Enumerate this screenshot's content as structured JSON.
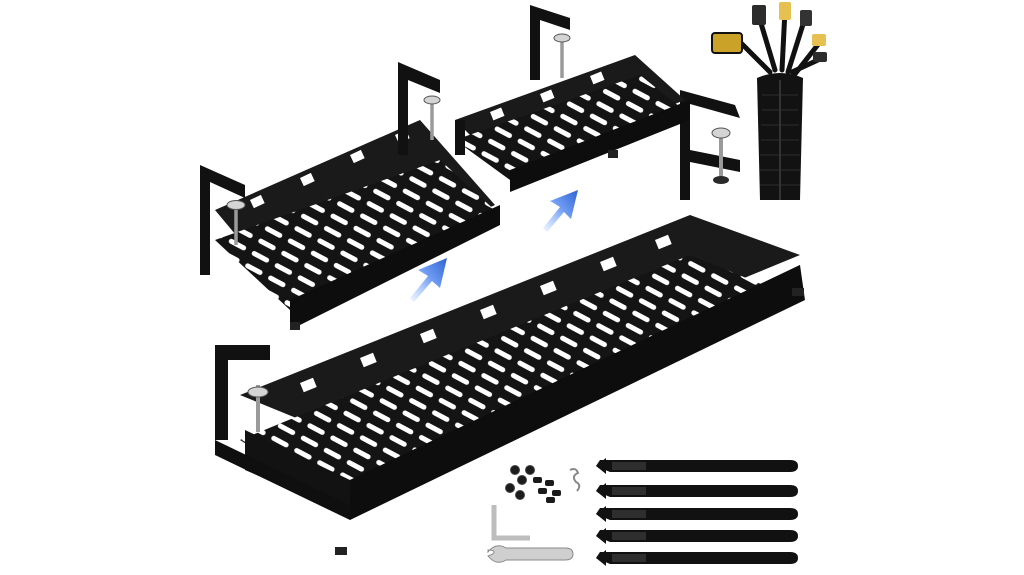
{
  "image": {
    "kind": "product-photo",
    "background": "#ffffff",
    "colors": {
      "metal": "#141414",
      "metal_edge": "#2b2b2b",
      "slot": "#ffffff",
      "arrow": "#3a6fd8",
      "arrow_light": "#9ec0ff",
      "hardware": "#c7c7c7",
      "strap": "#111111"
    },
    "items": [
      "small-cable-tray",
      "medium-cable-tray",
      "long-cable-tray",
      "cable-sleeve",
      "screw-set",
      "hex-key",
      "wrench",
      "hook-and-loop-straps"
    ],
    "icons": [
      "up-arrow-icon",
      "up-arrow-icon"
    ]
  }
}
